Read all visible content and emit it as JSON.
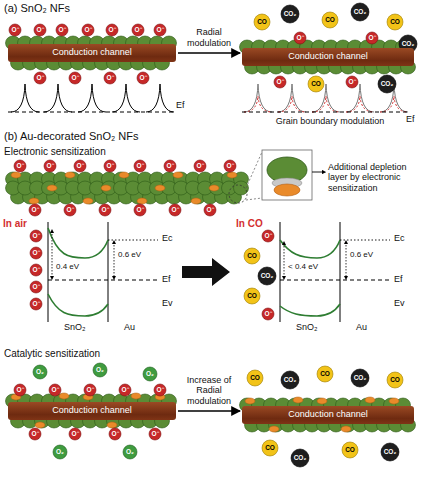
{
  "diagram": {
    "nodes": [
      {
        "text": [
          "Conduction channel"
        ]
      },
      {
        "text": [
          "Conduction channel"
        ]
      },
      {
        "text": [
          "Conduction channel"
        ]
      },
      {
        "text": [
          "Conduction channel"
        ]
      }
    ],
    "edges": [
      {
        "from": 0,
        "to": 1,
        "arrow": "to",
        "label": "Radial modulation"
      },
      {
        "from": 2,
        "to": 3,
        "arrow": "to",
        "label": "Increase of Radial modulation"
      }
    ],
    "labels": [
      "(a) SnO₂ NFs",
      "Ef",
      "Grain boundary modulation",
      "Ef",
      "(b) Au-decorated SnO₂ NFs",
      "Electronic sensitization",
      "Additional depletion layer by electronic sensitization",
      "In air",
      "0.4 eV",
      "0.6 eV",
      "Ec",
      "Ef",
      "Ev",
      "SnO₂",
      "Au",
      "In CO",
      "< 0.4 eV",
      "0.6 eV",
      "Ec",
      "Ef",
      "Ev",
      "SnO₂",
      "Au",
      "Catalytic sensitization",
      "O⁻",
      "O⁻",
      "O⁻",
      "O⁻",
      "O⁻",
      "O⁻",
      "O⁻",
      "O⁻",
      "O⁻",
      "O⁻",
      "O⁻",
      "O⁻",
      "O⁻",
      "CO",
      "CO₂",
      "CO",
      "CO₂",
      "CO",
      "CO₂",
      "O⁻",
      "CO",
      "O⁻",
      "CO₂",
      "O⁻",
      "O⁻",
      "O⁻",
      "O⁻",
      "O⁻",
      "O⁻",
      "O⁻",
      "O⁻",
      "O⁻",
      "O⁻",
      "O⁻",
      "O⁻",
      "O⁻",
      "O⁻",
      "O⁻",
      "O⁻",
      "O⁻",
      "O⁻",
      "O⁻",
      "O⁻",
      "CO",
      "CO₂",
      "CO",
      "O⁻",
      "O₂",
      "O₂",
      "O₂",
      "O⁻",
      "O⁻",
      "O⁻",
      "O⁻",
      "O⁻",
      "O⁻",
      "O⁻",
      "O⁻",
      "O⁻",
      "O₂",
      "O₂",
      "CO",
      "CO₂",
      "CO",
      "CO₂",
      "CO",
      "CO",
      "CO₂",
      "CO",
      "CO₂"
    ]
  }
}
